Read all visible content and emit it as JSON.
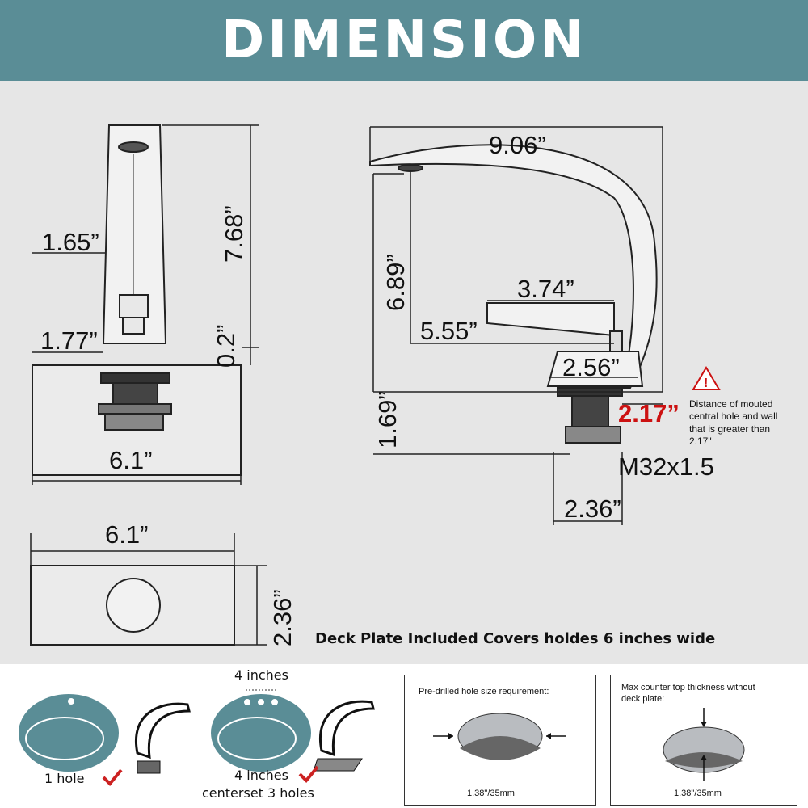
{
  "header": {
    "title": "DIMENSION"
  },
  "front_view": {
    "width_spout": "1.65”",
    "height_total": "7.68”",
    "width_base": "1.77”",
    "plate_thickness": "0.2”",
    "plate_width": "6.1”"
  },
  "side_view": {
    "spout_reach": "9.06”",
    "spout_height": "6.89”",
    "lever_length": "3.74”",
    "lever_reach": "5.55”",
    "base_width": "2.56”",
    "distance_to_wall": "2.17”",
    "warning_note": [
      "Distance of mouted",
      "central hole and wall",
      "that is greater than",
      "2.17\""
    ],
    "shank_height": "1.69”",
    "thread": "M32x1.5",
    "shank_width": "2.36”"
  },
  "deck_plate": {
    "width": "6.1”",
    "height": "2.36”",
    "caption": "Deck Plate Included Covers holdes 6 inches wide"
  },
  "install_options": {
    "one_hole_label": "1 hole",
    "three_hole_top": "4 inches",
    "three_hole_label_1": "4 inches",
    "three_hole_label_2": "centerset 3 holes"
  },
  "hole_requirement": {
    "title": "Pre-drilled hole size requirement:",
    "size": "1.38\"/35mm"
  },
  "counter_thickness": {
    "title_1": "Max counter top thickness without",
    "title_2": "deck plate:",
    "size": "1.38\"/35mm"
  },
  "colors": {
    "banner": "#5a8d96",
    "sink": "#5a8d96",
    "check": "#cc2222",
    "warning": "#cc1111"
  }
}
